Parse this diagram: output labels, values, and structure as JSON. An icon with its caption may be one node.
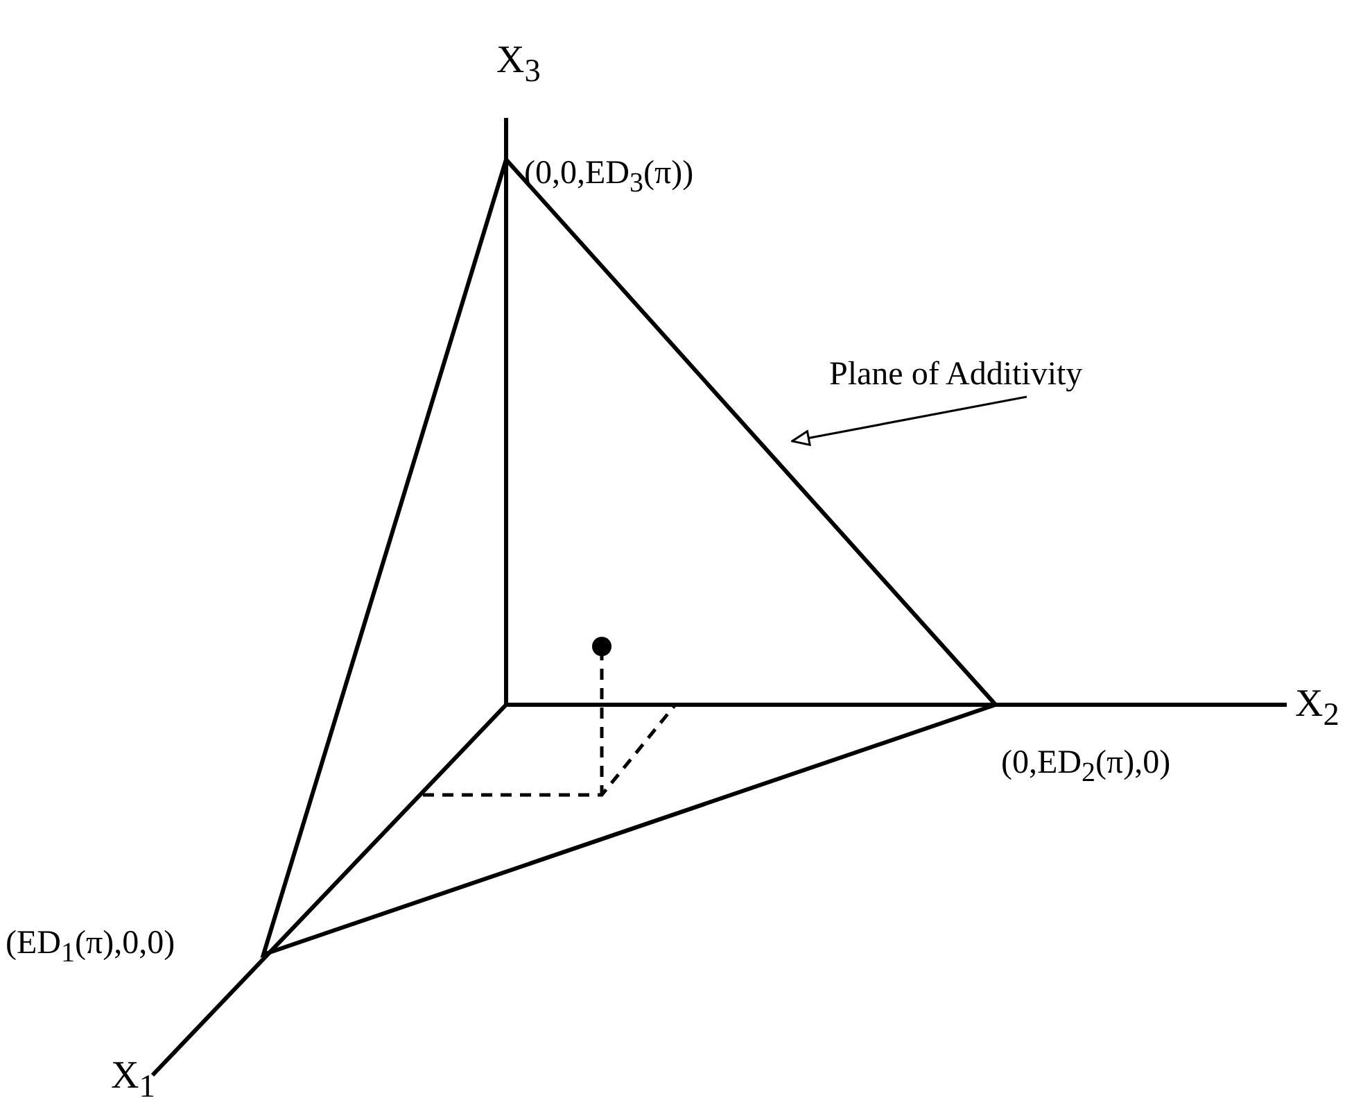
{
  "diagram": {
    "nodes": [
      {
        "text": [
          "Plane of Additivity"
        ]
      },
      {
        "text": [],
        "shape": "triangle",
        "beside": [
          "(0,0,ED$_{3}$(π))",
          "(0,ED$_{2}$(π),0)",
          "(ED$_{1}$(π),0,0)"
        ]
      }
    ],
    "edges": [
      {
        "from": 0,
        "to": 1,
        "arrow": "to"
      }
    ],
    "labels": [
      "X$_{3}$",
      "X$_{2}$",
      "X$_{1}$"
    ]
  }
}
